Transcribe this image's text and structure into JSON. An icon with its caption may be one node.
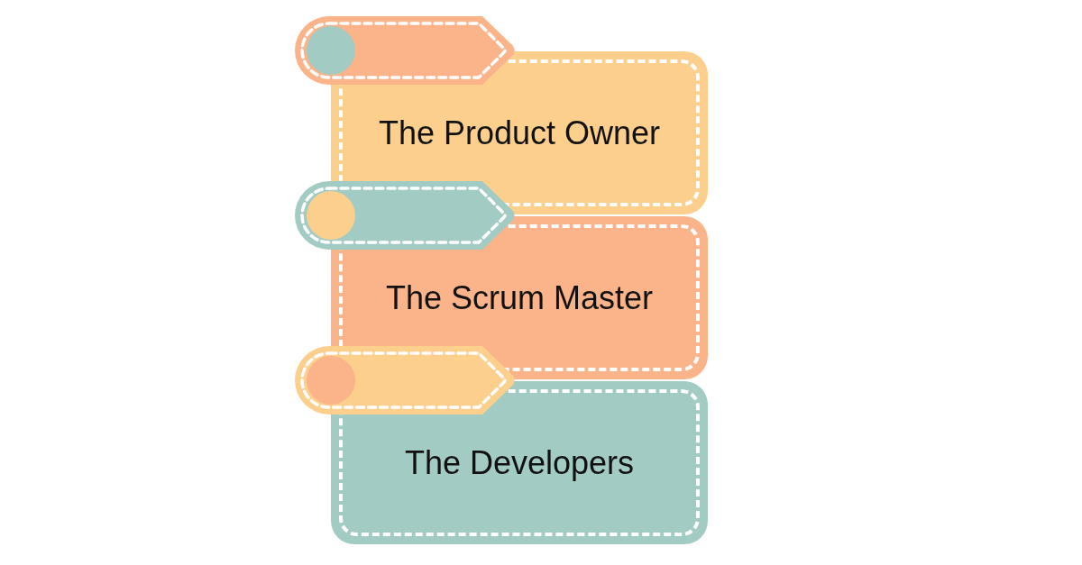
{
  "diagram": {
    "nodes": [
      {
        "text": [
          "The Product Owner"
        ]
      },
      {
        "text": [
          "The Scrum Master"
        ]
      },
      {
        "text": [
          "The Developers"
        ]
      }
    ]
  }
}
